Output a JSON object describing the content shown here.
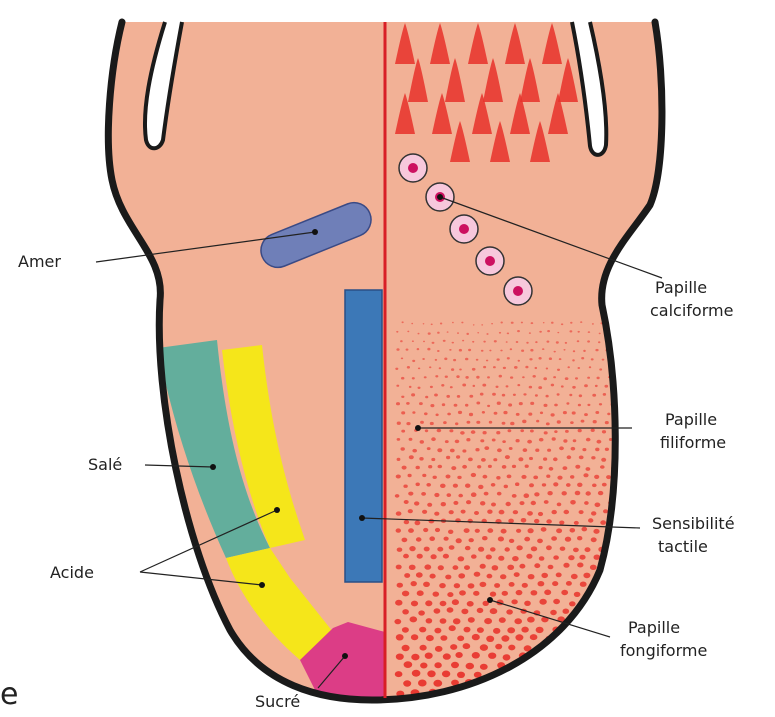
{
  "labels": {
    "amer": "Amer",
    "papille_calciforme_1": "Papille",
    "papille_calciforme_2": "calciforme",
    "papille_filiforme_1": "Papille",
    "papille_filiforme_2": "filiforme",
    "sensibilite_1": "Sensibilité",
    "sensibilite_2": "tactile",
    "sale": "Salé",
    "acide": "Acide",
    "papille_fongiforme_1": "Papille",
    "papille_fongiforme_2": "fongiforme",
    "sucre": "Sucré",
    "stray_letter": "e"
  },
  "colors": {
    "tongue": "#f2b196",
    "outline": "#1a1a1a",
    "midline": "#d81f26",
    "amer": "#6f7fb8",
    "tactile": "#3c78b7",
    "sale": "#63ae9c",
    "acide": "#f5e61a",
    "sucre": "#dc3d86",
    "papilla_red": "#e8312a",
    "calciforme_outer": "#f7c8dc",
    "calciforme_inner": "#cc1060"
  }
}
